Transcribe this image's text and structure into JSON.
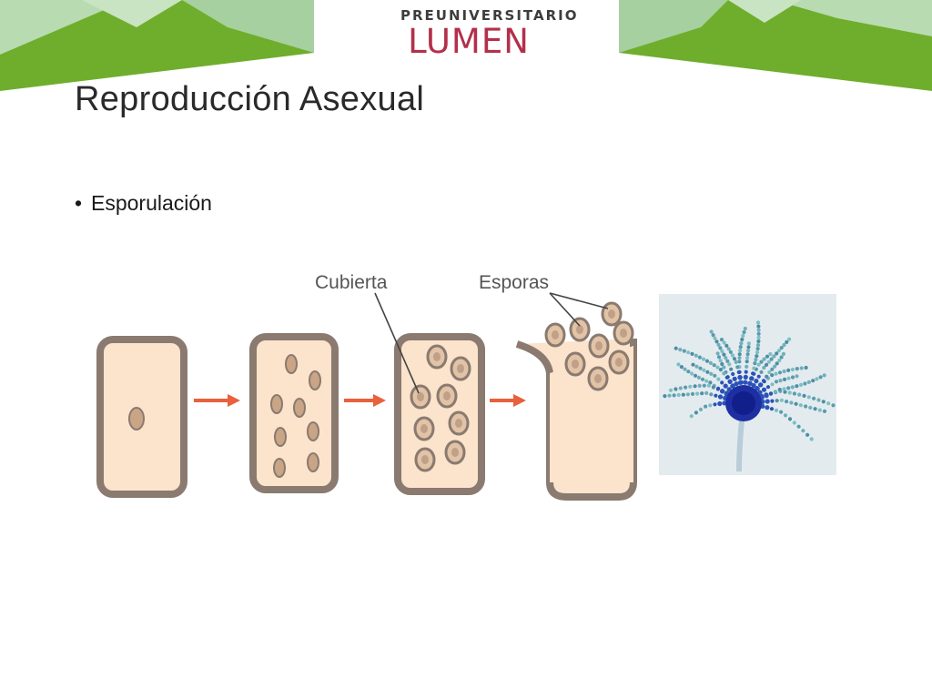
{
  "header": {
    "logo_top": "PREUNIVERSITARIO",
    "logo_main": "LUMEN",
    "brand_green": "#6fae2c",
    "brand_light_green": "#b9dbb1",
    "brand_red": "#b3304b"
  },
  "slide": {
    "title": "Reproducción Asexual",
    "bullets": [
      "Esporulación"
    ]
  },
  "diagram": {
    "labels": {
      "cover": "Cubierta",
      "spores": "Esporas"
    },
    "stages": [
      "single-nucleus-cell",
      "multinucleate-cell",
      "spore-forming-cell",
      "spore-release"
    ],
    "arrow_color": "#e8603c",
    "cell_fill": "#fbe3cc",
    "cell_outline": "#8a7a70"
  },
  "photo": {
    "subject": "fungal sporangium micrograph",
    "stain_color": "#1e2fa3"
  }
}
